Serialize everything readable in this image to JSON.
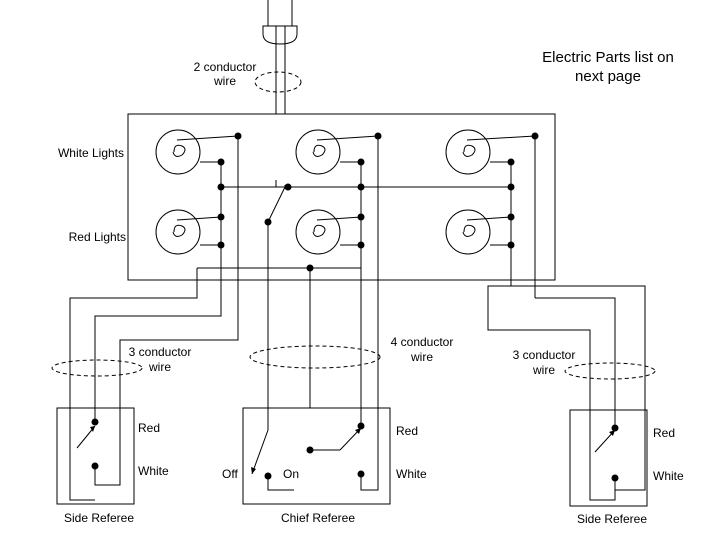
{
  "note": {
    "line1": "Electric Parts list on",
    "line2": "next page"
  },
  "cables": {
    "top": {
      "line1": "2 conductor",
      "line2": "wire"
    },
    "center": {
      "line1": "4 conductor",
      "line2": "wire"
    },
    "left": {
      "line1": "3 conductor",
      "line2": "wire"
    },
    "right": {
      "line1": "3 conductor",
      "line2": "wire"
    }
  },
  "lights": {
    "white_label": "White Lights",
    "red_label": "Red Lights"
  },
  "side_left": {
    "red": "Red",
    "white": "White",
    "name": "Side Referee"
  },
  "chief": {
    "off": "Off",
    "on": "On",
    "red": "Red",
    "white": "White",
    "name": "Chief Referee"
  },
  "side_right": {
    "red": "Red",
    "white": "White",
    "name": "Side Referee"
  }
}
